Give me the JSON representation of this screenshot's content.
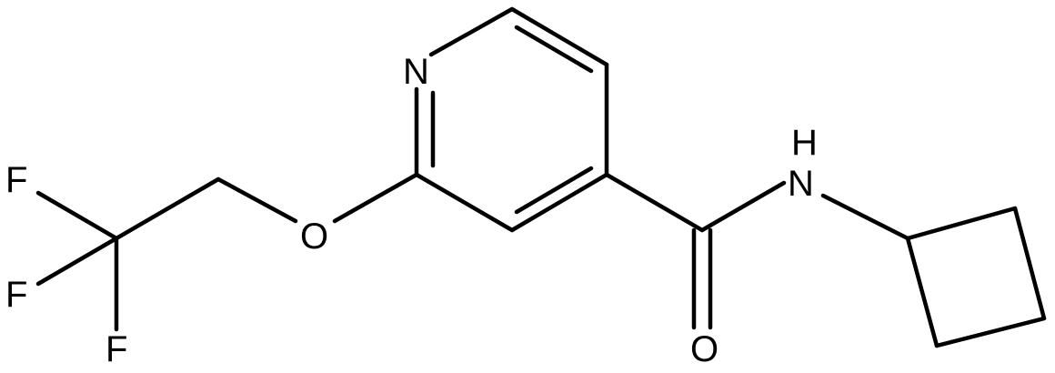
{
  "molecule": {
    "atoms": [
      {
        "id": "N1",
        "label": "N"
      },
      {
        "id": "N2",
        "label": "N"
      },
      {
        "id": "H",
        "label": "H"
      },
      {
        "id": "O1",
        "label": "O"
      },
      {
        "id": "O2",
        "label": "O"
      },
      {
        "id": "F1",
        "label": "F"
      },
      {
        "id": "F2",
        "label": "F"
      },
      {
        "id": "F3",
        "label": "F"
      }
    ]
  },
  "colors": {
    "bond": "#000000",
    "label": "#000000",
    "background": "#ffffff"
  }
}
